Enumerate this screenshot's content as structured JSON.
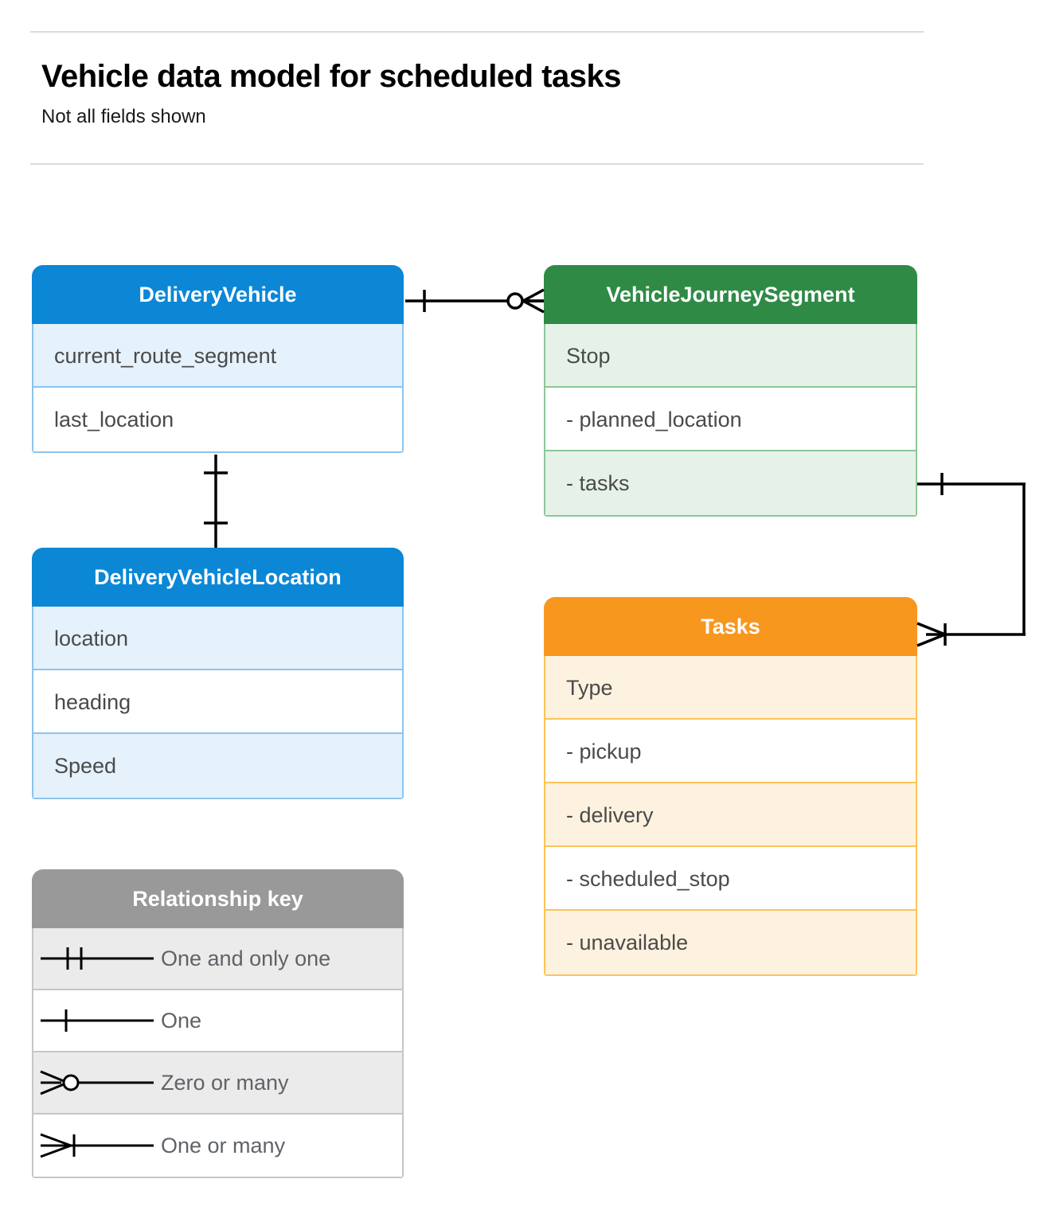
{
  "header": {
    "title": "Vehicle data model for scheduled tasks",
    "subtitle": "Not all fields shown"
  },
  "entities": [
    {
      "id": "delivery-vehicle",
      "name": "DeliveryVehicle",
      "color": "#0b87d6",
      "rows": [
        "current_route_segment",
        "last_location"
      ]
    },
    {
      "id": "vehicle-journey-segment",
      "name": "VehicleJourneySegment",
      "color": "#2f8a46",
      "rows": [
        "Stop",
        "-  planned_location",
        "- tasks"
      ]
    },
    {
      "id": "delivery-vehicle-location",
      "name": "DeliveryVehicleLocation",
      "color": "#0b87d6",
      "rows": [
        "location",
        "heading",
        "Speed"
      ]
    },
    {
      "id": "tasks",
      "name": "Tasks",
      "color": "#f8971d",
      "rows": [
        "Type",
        "-  pickup",
        "-  delivery",
        "-  scheduled_stop",
        "-  unavailable"
      ]
    }
  ],
  "legend": {
    "title": "Relationship key",
    "color": "#999999",
    "items": [
      {
        "symbol": "one-and-only-one",
        "label": "One and only one"
      },
      {
        "symbol": "one",
        "label": "One"
      },
      {
        "symbol": "zero-or-many",
        "label": "Zero or many"
      },
      {
        "symbol": "one-or-many",
        "label": "One or many"
      }
    ]
  },
  "relationships": [
    {
      "id": "vehicle-to-journey-segment",
      "from": "DeliveryVehicle",
      "to": "VehicleJourneySegment",
      "from_cardinality": "one",
      "to_cardinality": "zero-or-many"
    },
    {
      "id": "vehicle-to-location",
      "from": "DeliveryVehicle",
      "to": "DeliveryVehicleLocation",
      "from_cardinality": "one",
      "to_cardinality": "one"
    },
    {
      "id": "journey-segment-tasks-to-tasks",
      "from": "VehicleJourneySegment",
      "to": "Tasks",
      "from_cardinality": "one",
      "to_cardinality": "one-or-many"
    }
  ],
  "colors": {
    "blue": "#0b87d6",
    "blue_tint": "#e5f1fb",
    "blue_border": "#8cc4ee",
    "green": "#2f8a46",
    "green_tint": "#e6f2e8",
    "green_border": "#8dc69b",
    "orange": "#f8971d",
    "orange_tint": "#fdf2df",
    "orange_border": "#fcc458",
    "gray": "#999999",
    "gray_tint": "#ebebeb",
    "gray_border": "#c6c6c6",
    "rule": "#dadce0",
    "connector": "#000000"
  }
}
